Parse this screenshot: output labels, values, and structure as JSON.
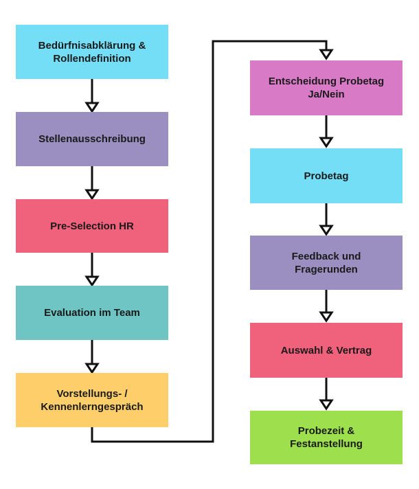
{
  "left_column": [
    {
      "label": "Bedürfnisabklärung &\nRollendefinition",
      "color": "#75def7"
    },
    {
      "label": "Stellenausschreibung",
      "color": "#9a8fc0"
    },
    {
      "label": "Pre-Selection HR",
      "color": "#f0617c"
    },
    {
      "label": "Evaluation im Team",
      "color": "#6ec5c3"
    },
    {
      "label": "Vorstellungs- /\nKennenlerngespräch",
      "color": "#fece6b"
    }
  ],
  "right_column": [
    {
      "label": "Entscheidung Probetag\nJa/Nein",
      "color": "#d97ac6"
    },
    {
      "label": "Probetag",
      "color": "#75def7"
    },
    {
      "label": "Feedback und\nFragerunden",
      "color": "#9a8fc0"
    },
    {
      "label": "Auswahl & Vertrag",
      "color": "#f0617c"
    },
    {
      "label": "Probezeit &\nFestanstellung",
      "color": "#9ddf4d"
    }
  ]
}
